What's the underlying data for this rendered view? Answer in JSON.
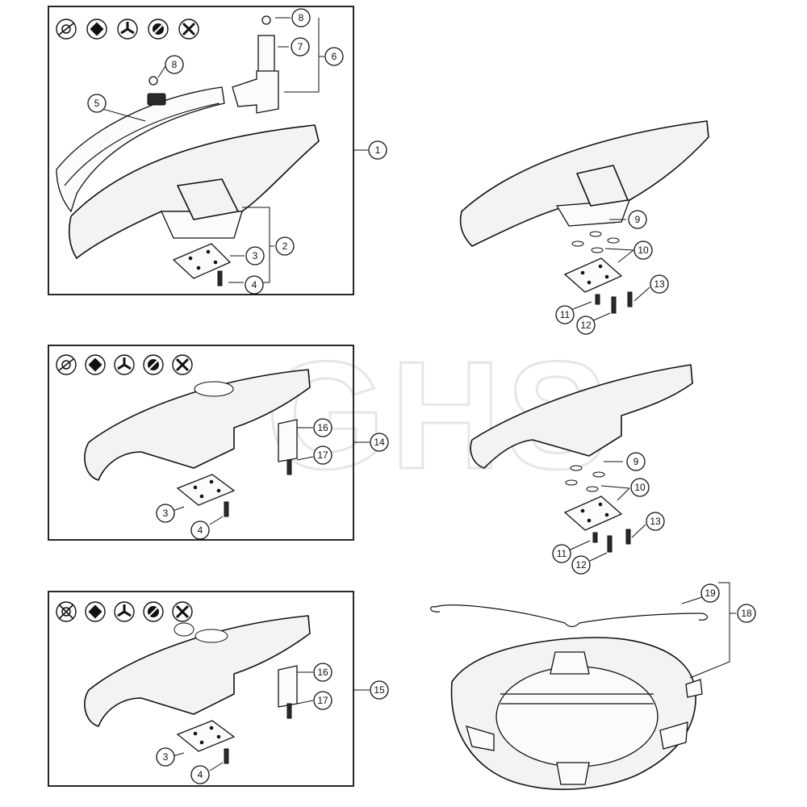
{
  "watermark": "GHS",
  "callouts": {
    "c1": "1",
    "c2": "2",
    "c3a": "3",
    "c4a": "4",
    "c5": "5",
    "c6": "6",
    "c7": "7",
    "c8a": "8",
    "c8b": "8",
    "c9a": "9",
    "c10a": "10",
    "c11a": "11",
    "c12a": "12",
    "c13a": "13",
    "c14": "14",
    "c16a": "16",
    "c17a": "17",
    "c3b": "3",
    "c4b": "4",
    "c9b": "9",
    "c10b": "10",
    "c11b": "11",
    "c12b": "12",
    "c13b": "13",
    "c15": "15",
    "c16b": "16",
    "c17b": "17",
    "c3c": "3",
    "c4c": "4",
    "c18": "18",
    "c19": "19"
  },
  "icon_rows": [
    [
      "trimmer-head-icon",
      "square-blade-icon",
      "three-tooth-blade-icon",
      "circle-blade-icon",
      "four-tooth-blade-icon"
    ],
    [
      "trimmer-head-icon",
      "square-blade-icon",
      "three-tooth-blade-icon",
      "circle-blade-icon",
      "four-tooth-blade-icon"
    ],
    [
      "trimmer-head-crossed-icon",
      "square-blade-icon",
      "three-tooth-blade-icon",
      "circle-blade-icon",
      "four-tooth-blade-icon"
    ]
  ]
}
